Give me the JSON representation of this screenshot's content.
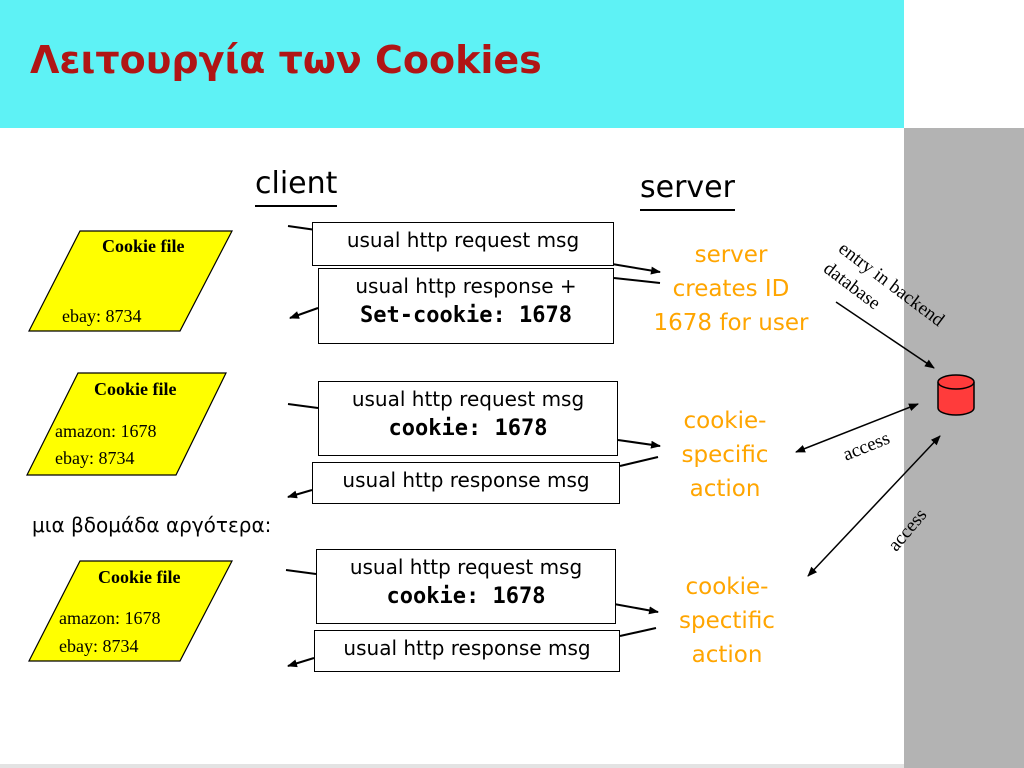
{
  "slide": {
    "title": "Λειτουργία των Cookies"
  },
  "columns": {
    "client": "client",
    "server": "server"
  },
  "exchanges": [
    {
      "cookie_file": {
        "title": "Cookie file",
        "entries": [
          "ebay: 8734"
        ]
      },
      "request": {
        "line1": "usual http request msg",
        "line2": ""
      },
      "response": {
        "line1": "usual http response +",
        "line2": "Set-cookie: 1678"
      },
      "server_action": [
        "server",
        "creates ID",
        "1678 for user"
      ]
    },
    {
      "cookie_file": {
        "title": "Cookie file",
        "entries": [
          "amazon: 1678",
          "ebay: 8734"
        ]
      },
      "request": {
        "line1": "usual http request msg",
        "line2": "cookie: 1678"
      },
      "response": {
        "line1": "usual http response msg",
        "line2": ""
      },
      "server_action": [
        "cookie-",
        "specific",
        "action"
      ]
    },
    {
      "cookie_file": {
        "title": "Cookie file",
        "entries": [
          "amazon: 1678",
          "ebay: 8734"
        ]
      },
      "request": {
        "line1": "usual http request msg",
        "line2": "cookie: 1678"
      },
      "response": {
        "line1": "usual http response msg",
        "line2": ""
      },
      "server_action": [
        "cookie-",
        "spectific",
        "action"
      ]
    }
  ],
  "week_later_note": "μια βδομάδα αργότερα:",
  "database": {
    "entry_label_line1": "entry in backend",
    "entry_label_line2": "database",
    "access_label_1": "access",
    "access_label_2": "access"
  },
  "colors": {
    "title_bar": "#5ef2f5",
    "title_text": "#b01515",
    "side_band": "#b3b3b3",
    "cookie_file_fill": "#ffff00",
    "server_action_text": "#ffa500",
    "db_fill": "#ff3b3b"
  }
}
